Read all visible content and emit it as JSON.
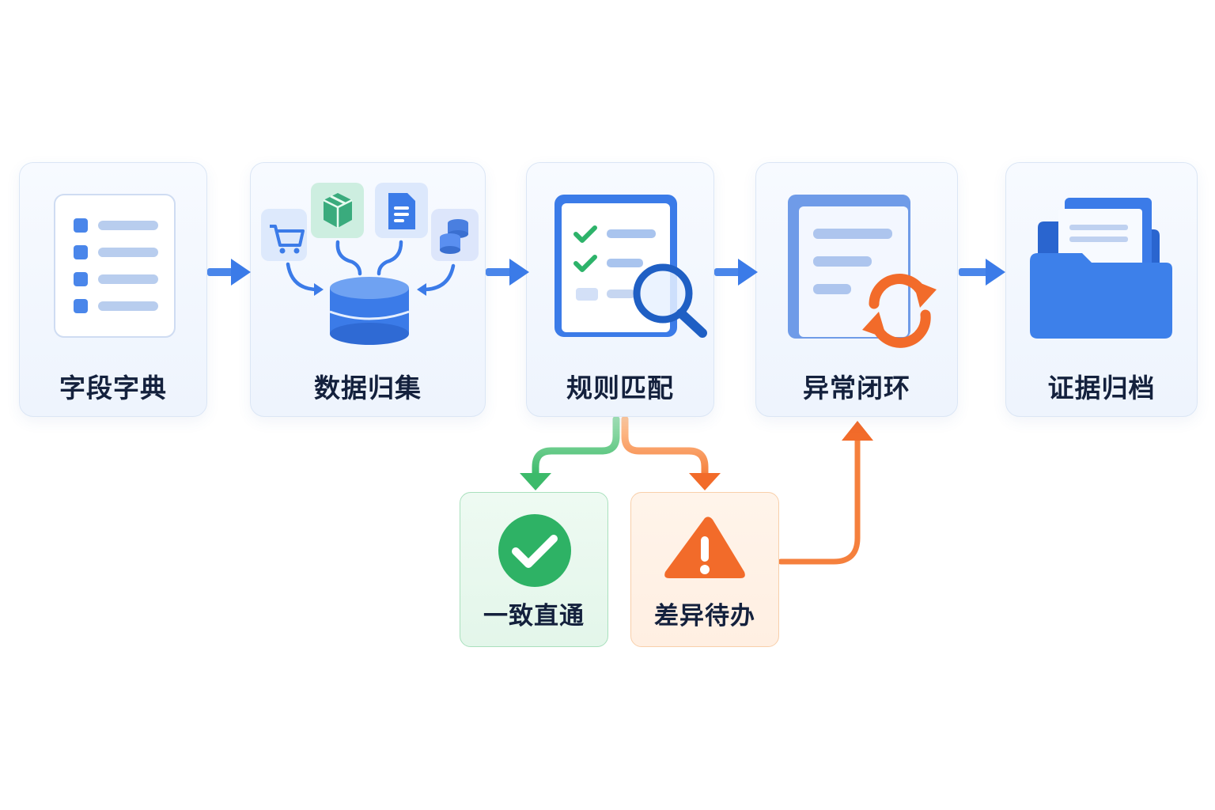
{
  "stages": [
    {
      "label": "字段字典",
      "icon": "list-document-icon"
    },
    {
      "label": "数据归集",
      "icon": "database-collect-icon"
    },
    {
      "label": "规则匹配",
      "icon": "checklist-search-icon"
    },
    {
      "label": "异常闭环",
      "icon": "document-sync-icon"
    },
    {
      "label": "证据归档",
      "icon": "folder-archive-icon"
    }
  ],
  "outcomes": [
    {
      "label": "一致直通",
      "icon": "check-circle-icon",
      "color": "#3cba6a"
    },
    {
      "label": "差异待办",
      "icon": "warning-triangle-icon",
      "color": "#f26b2a"
    }
  ],
  "colors": {
    "primary": "#3b7be8",
    "success": "#3cba6a",
    "warning": "#f26b2a",
    "text": "#14213d"
  }
}
